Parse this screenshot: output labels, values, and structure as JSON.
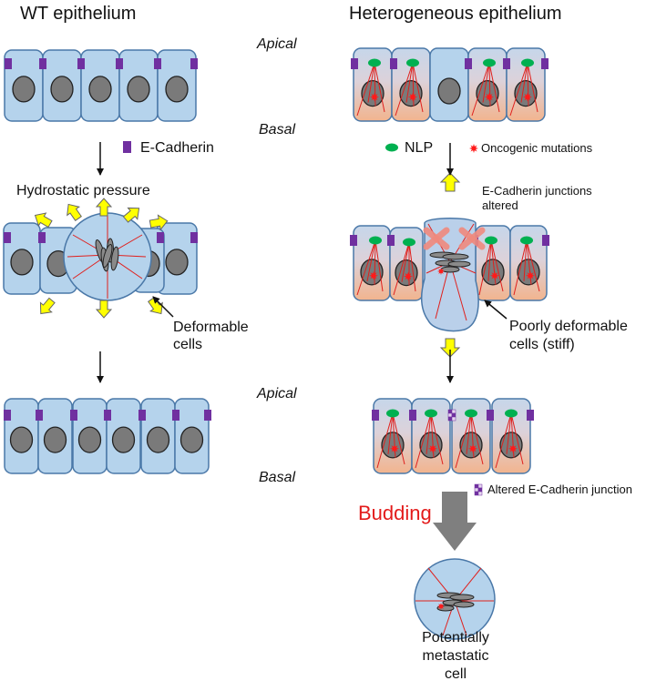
{
  "left_title": "WT epithelium",
  "right_title": "Heterogeneous epithelium",
  "apical_1": "Apical",
  "basal_1": "Basal",
  "apical_2": "Apical",
  "basal_2": "Basal",
  "legend": {
    "ecadherin": "E-Cadherin",
    "nlp": "NLP",
    "oncogenic": "Oncogenic mutations",
    "altered_junction": "Altered E-Cadherin junction"
  },
  "hydrostatic_pressure": "Hydrostatic pressure",
  "deformable_line1": "Deformable",
  "deformable_line2": "cells",
  "junctions_line1": "E-Cadherin junctions",
  "junctions_line2": "altered",
  "stiff_line1": "Poorly deformable",
  "stiff_line2": "cells (stiff)",
  "budding": "Budding",
  "metastatic_line1": "Potentially",
  "metastatic_line2": "metastatic",
  "metastatic_line3": "cell",
  "colors": {
    "cell_fill": "#b5d3ec",
    "cell_stroke": "#4a78a8",
    "nucleus": "#7a7a7a",
    "cadherin": "#7030a0",
    "nlp": "#00b050",
    "fiber": "#e0201d",
    "arrow_yellow": "#ffff00",
    "budding": "#e31b1b",
    "big_arrow": "#7f7f7f"
  }
}
